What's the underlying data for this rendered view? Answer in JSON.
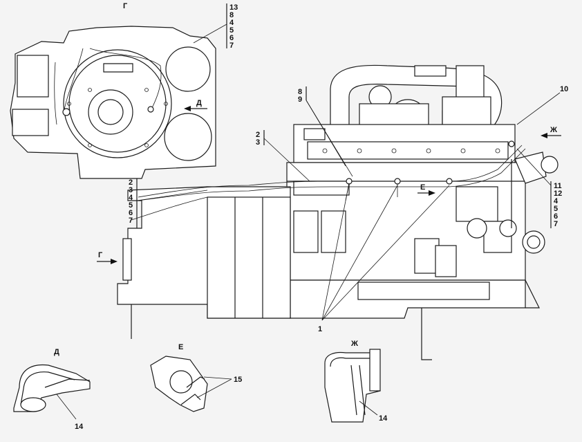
{
  "views": {
    "g": "Г",
    "d": "Д",
    "e": "Е",
    "zh": "Ж"
  },
  "callouts": {
    "stack_top": [
      "13",
      "8",
      "4",
      "5",
      "6",
      "7"
    ],
    "stack_left": [
      "2",
      "3",
      "4",
      "5",
      "6",
      "7"
    ],
    "stack_89": [
      "8",
      "9"
    ],
    "stack_23": [
      "2",
      "3"
    ],
    "stack_right": [
      "11",
      "12",
      "4",
      "5",
      "6",
      "7"
    ],
    "n1": "1",
    "n10": "10",
    "n14a": "14",
    "n14b": "14",
    "n15": "15"
  }
}
